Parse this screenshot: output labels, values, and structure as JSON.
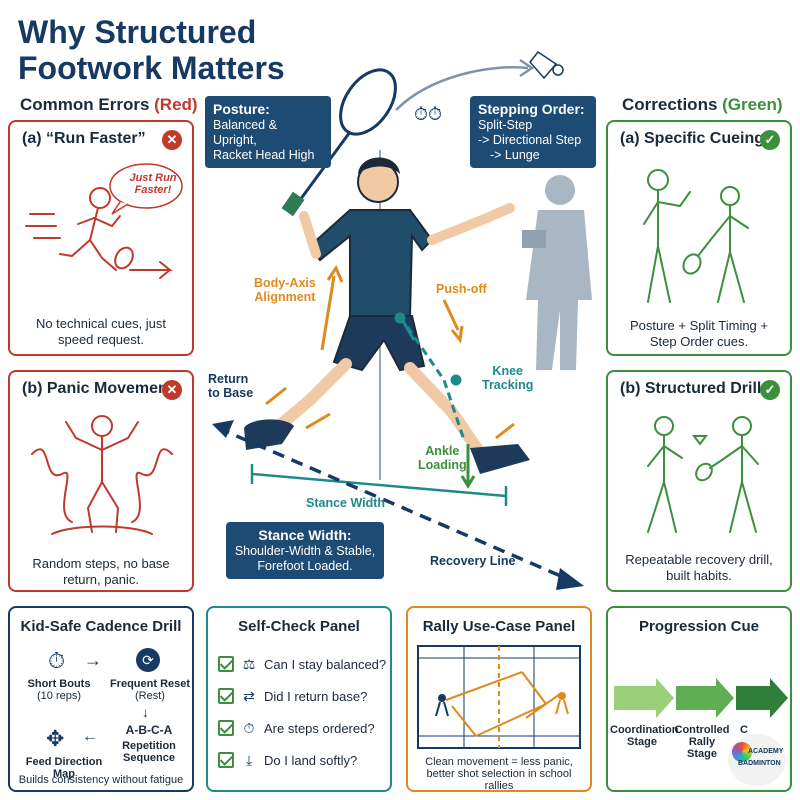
{
  "title_line1": "Why Structured",
  "title_line2": "Footwork Matters",
  "left_header": {
    "prefix": "Common Errors ",
    "accent": "(Red)"
  },
  "right_header": {
    "prefix": "Corrections ",
    "accent": "(Green)"
  },
  "errors": [
    {
      "title": "(a) “Run Faster”",
      "bubble": "Just Run Faster!",
      "caption": "No technical cues, just speed request."
    },
    {
      "title": "(b) Panic Movement",
      "caption": "Random steps, no base return, panic."
    }
  ],
  "corrections": [
    {
      "title": "(a) Specific Cueing",
      "caption": "Posture + Split Timing + Step Order cues."
    },
    {
      "title": "(b) Structured Drill",
      "caption": "Repeatable recovery drill, built habits."
    }
  ],
  "callouts": {
    "posture": {
      "title": "Posture:",
      "line1": "Balanced & Upright,",
      "line2": "Racket Head High"
    },
    "stepping": {
      "title": "Stepping Order:",
      "line1": "Split-Step",
      "line2": "-> Directional Step",
      "line3": "-> Lunge"
    },
    "stance": {
      "title": "Stance Width:",
      "line1": "Shoulder-Width & Stable,",
      "line2": "Forefoot Loaded."
    }
  },
  "labels": {
    "body_axis_1": "Body-Axis",
    "body_axis_2": "Alignment",
    "push_off": "Push-off",
    "knee_1": "Knee",
    "knee_2": "Tracking",
    "ankle_1": "Ankle",
    "ankle_2": "Loading",
    "return_1": "Return",
    "return_2": "to Base",
    "stance_width": "Stance Width",
    "recovery_line": "Recovery Line"
  },
  "drill": {
    "title": "Kid-Safe Cadence Drill",
    "short_bouts": "Short Bouts",
    "short_bouts_sub": "(10 reps)",
    "frequent_reset": "Frequent Reset",
    "frequent_reset_sub": "(Rest)",
    "sequence": "A-B-C-A",
    "repetition_1": "Repetition",
    "repetition_2": "Sequence",
    "feed_map": "Feed Direction Map",
    "footer": "Builds consistency without fatigue"
  },
  "self_check": {
    "title": "Self-Check Panel",
    "items": [
      {
        "icon": "balance-scale-icon",
        "text": "Can I stay balanced?"
      },
      {
        "icon": "return-arrows-icon",
        "text": "Did I return base?"
      },
      {
        "icon": "timer-icon",
        "text": "Are steps ordered?"
      },
      {
        "icon": "soft-landing-icon",
        "text": "Do I land softly?"
      }
    ]
  },
  "rally": {
    "title": "Rally Use-Case Panel",
    "caption1": "Clean movement = less panic,",
    "caption2": "better shot selection in school rallies"
  },
  "progression": {
    "title": "Progression Cue",
    "stage1_1": "Coordination",
    "stage1_2": "Stage",
    "stage2_1": "Controlled",
    "stage2_2": "Rally",
    "stage2_3": "Stage",
    "stage3_1": "C"
  },
  "logo": {
    "line1": "ACADEMY",
    "line2": "BADMINTON"
  },
  "colors": {
    "navy": "#163a63",
    "red": "#c0392b",
    "green": "#3c8f3c",
    "orange": "#e08a1e",
    "teal": "#1e8a8a"
  }
}
